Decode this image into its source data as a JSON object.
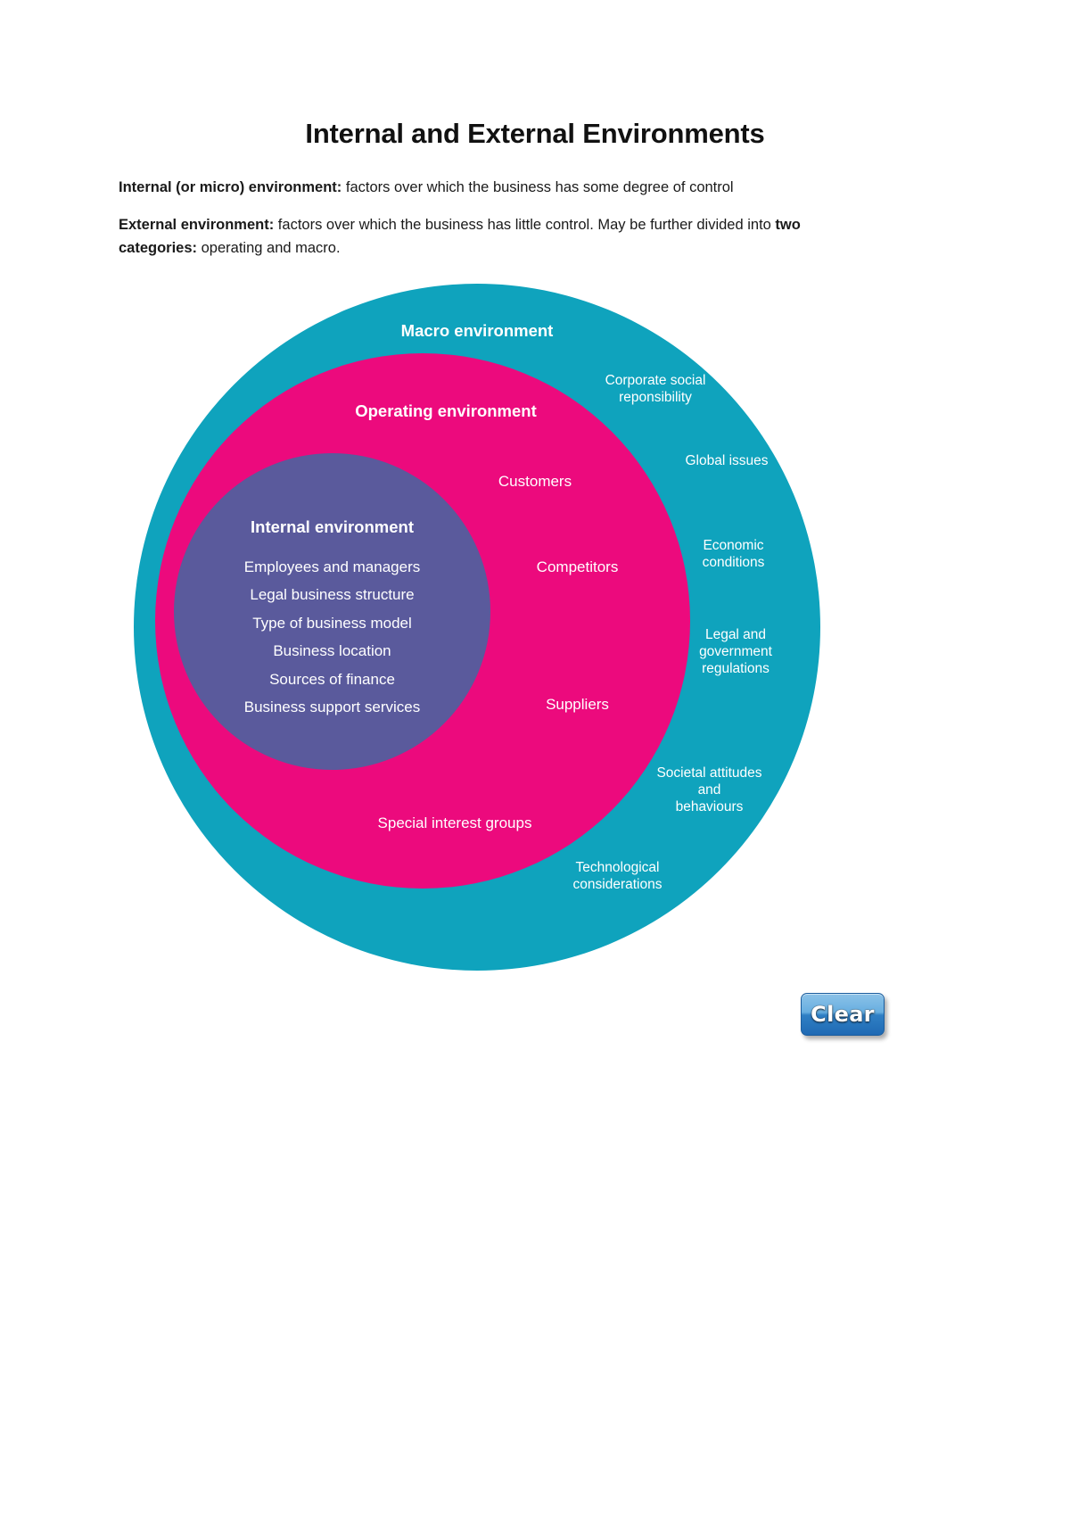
{
  "document": {
    "title": "Internal and External Environments",
    "paragraphs": [
      {
        "lead": "Internal (or micro) environment:",
        "rest": " factors over which the business has some degree of control"
      },
      {
        "lead": "External environment:",
        "rest": " factors over which the business has little control. May be further divided into ",
        "lead2": "two categories:",
        "rest2": " operating and macro."
      }
    ]
  },
  "colors": {
    "macro": "#0fa3bd",
    "operating": "#ec0a7d",
    "internal": "#5a5a9c",
    "label_text": "#ffffff",
    "button_blue": "#2f7fc4"
  },
  "diagram": {
    "type": "concentric-circles",
    "rings": [
      {
        "id": "macro",
        "title": "Macro environment",
        "color": "#0fa3bd",
        "items": [
          "Corporate social\nreponsibility",
          "Global issues",
          "Economic\nconditions",
          "Legal and\ngovernment\nregulations",
          "Societal attitudes\nand\nbehaviours",
          "Technological\nconsiderations"
        ]
      },
      {
        "id": "operating",
        "title": "Operating environment",
        "color": "#ec0a7d",
        "items": [
          "Customers",
          "Competitors",
          "Suppliers",
          "Special interest groups"
        ]
      },
      {
        "id": "internal",
        "title": "Internal environment",
        "color": "#5a5a9c",
        "items": [
          "Employees and managers",
          "Legal business structure",
          "Type of business model",
          "Business location",
          "Sources of finance",
          "Business support services"
        ]
      }
    ]
  },
  "controls": {
    "clear_button": "Clear"
  }
}
